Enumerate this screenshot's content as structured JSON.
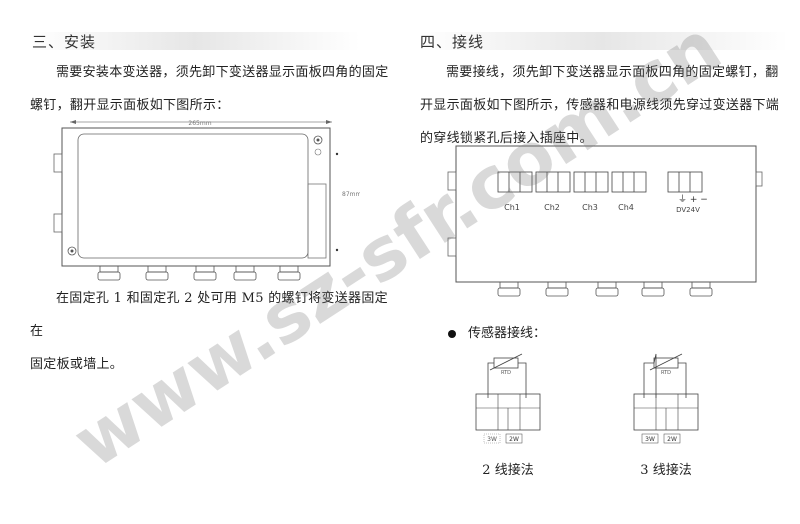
{
  "left": {
    "heading": "三、安装",
    "para1_line1": "需要安装本变送器，须先卸下变送器显示面板四角的固定",
    "para1_line2": "螺钉，翻开显示面板如下图所示：",
    "dimension_label": "265mm",
    "side_label": "87mm",
    "para2_line1": "在固定孔 1 和固定孔 2 处可用 M5 的螺钉将变送器固定在",
    "para2_line2": "固定板或墙上。"
  },
  "right": {
    "heading": "四、接线",
    "para1_line1": "需要接线，须先卸下变送器显示面板四角的固定螺钉，翻",
    "para1_line2": "开显示面板如下图所示，传感器和电源线须先穿过变送器下端",
    "para1_line3": "的穿线锁紧孔后接入插座中。",
    "channels": [
      "Ch1",
      "Ch2",
      "Ch3",
      "Ch4"
    ],
    "power_label": "DV24V",
    "bullet": "传感器接线：",
    "rtd_label": "RTD",
    "terminal_3w": "3W",
    "terminal_2w": "2W",
    "caption_2wire": "2 线接法",
    "caption_3wire": "3 线接法"
  },
  "watermark": "www.sz-sfr.com.cn"
}
